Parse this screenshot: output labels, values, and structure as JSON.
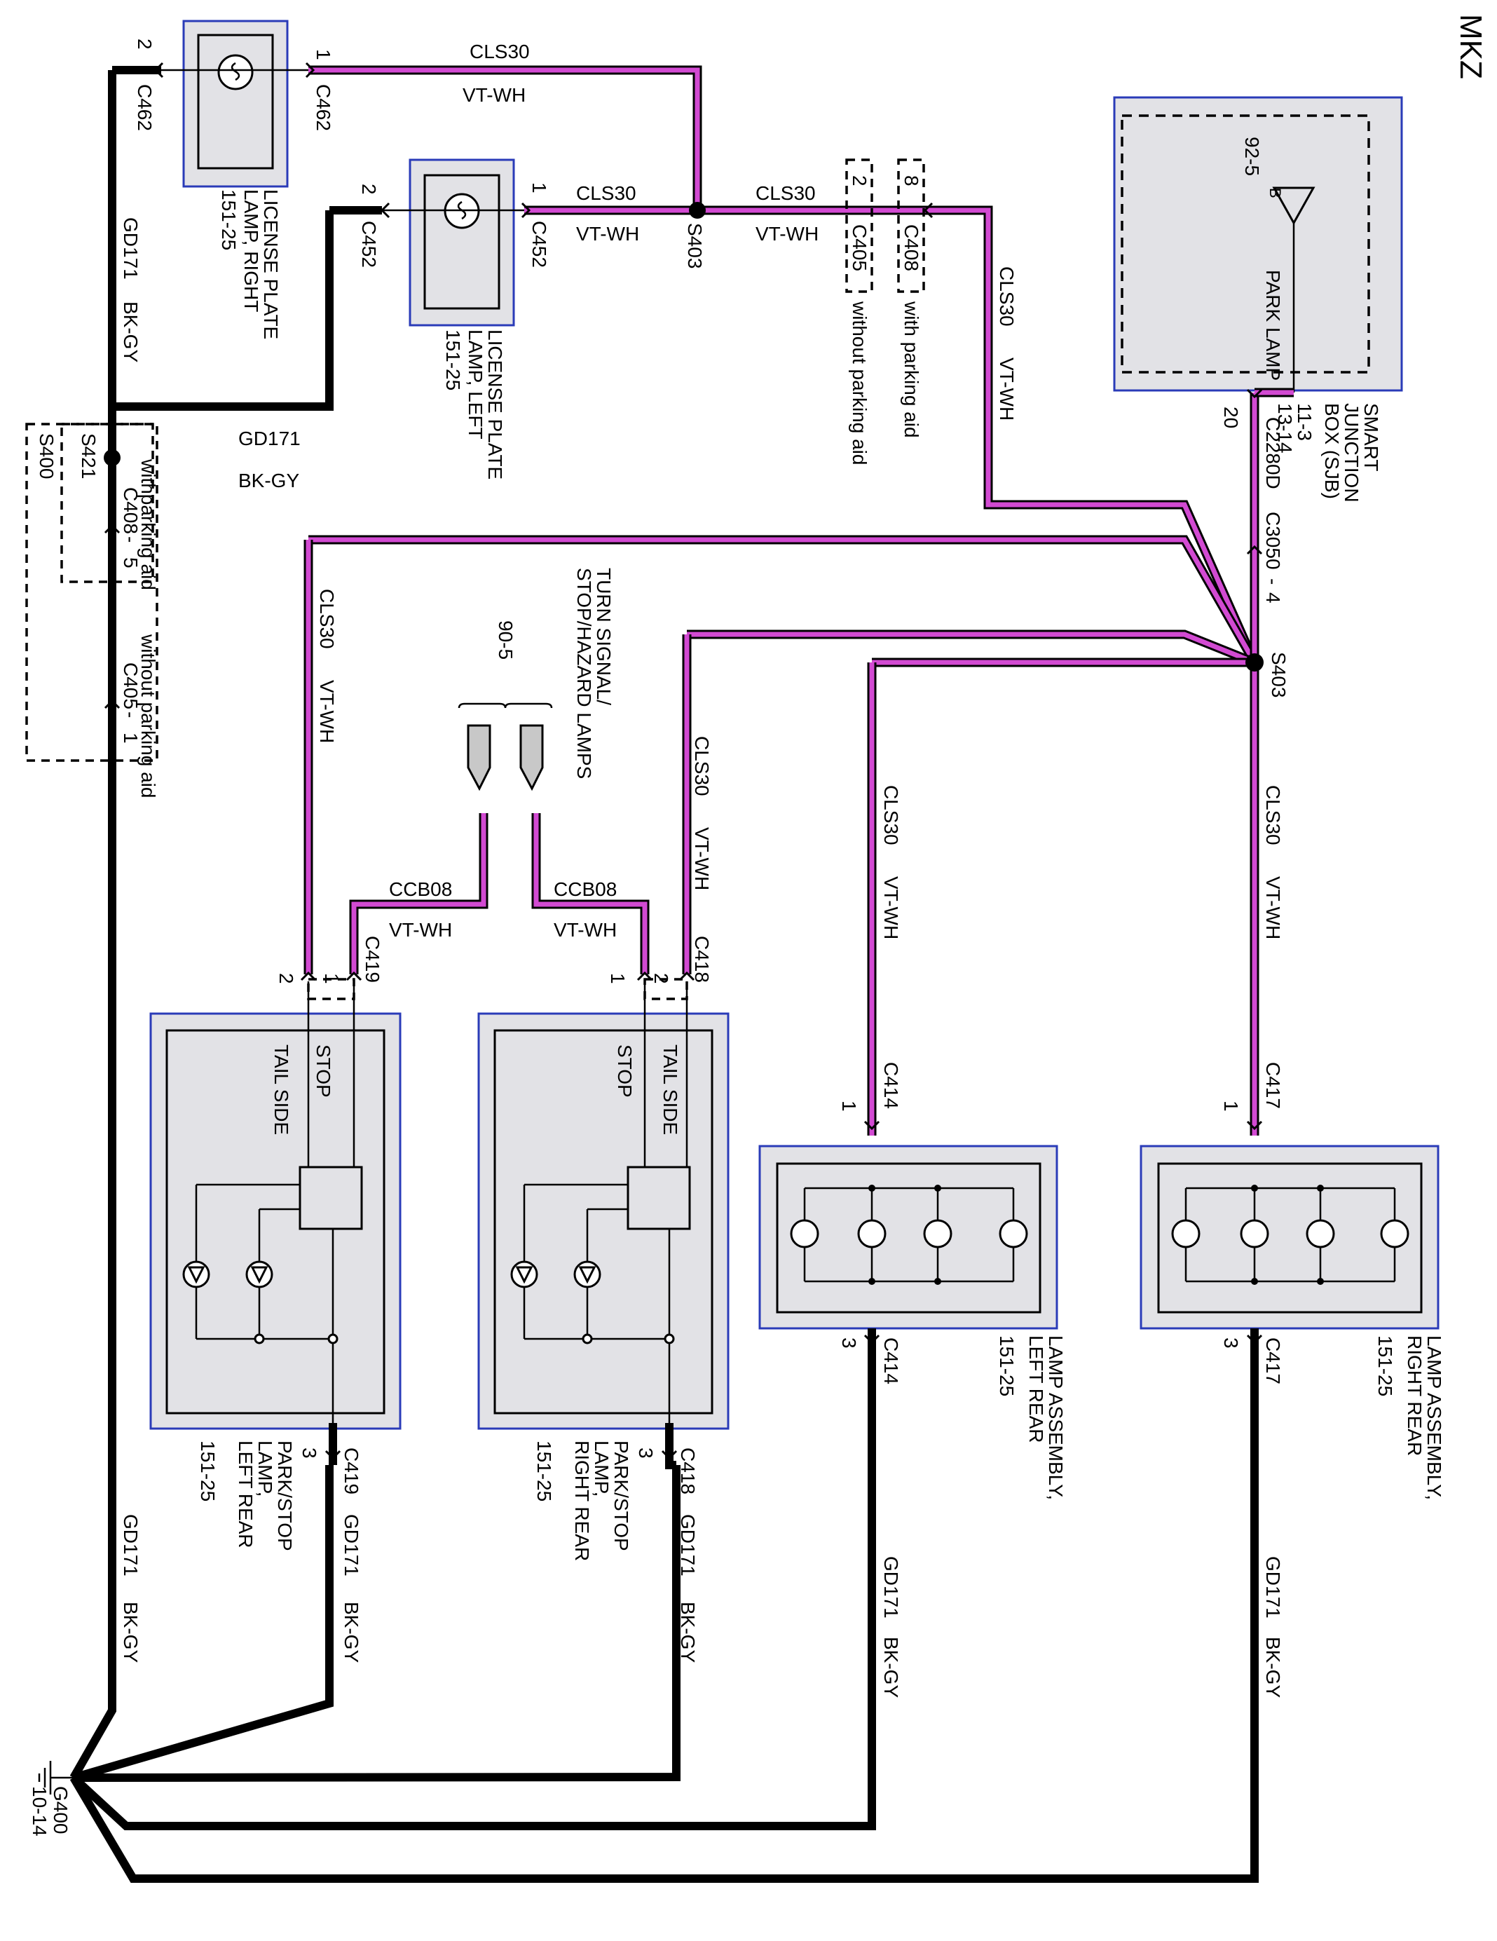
{
  "model": "MKZ",
  "components": {
    "sjb": {
      "name": "SMART\nJUNCTION\nBOX (SJB)",
      "refs": "11-3\n13-14",
      "pin_ref": "92-5",
      "output": "PARK LAMP",
      "output_pin": "B"
    },
    "license_right": {
      "name": "LICENSE PLATE\nLAMP, RIGHT",
      "ref": "151-25"
    },
    "license_left": {
      "name": "LICENSE PLATE\nLAMP, LEFT",
      "ref": "151-25"
    },
    "lamp_rr": {
      "name": "LAMP ASSEMBLY,\nRIGHT REAR",
      "ref": "151-25"
    },
    "lamp_lr": {
      "name": "LAMP ASSEMBLY,\nLEFT REAR",
      "ref": "151-25"
    },
    "park_rr": {
      "name": "PARK/STOP\nLAMP,\nRIGHT REAR",
      "ref": "151-25",
      "tail_label": "TAIL SIDE",
      "stop_label": "STOP"
    },
    "park_lr": {
      "name": "PARK/STOP\nLAMP,\nLEFT REAR",
      "ref": "151-25",
      "tail_label": "TAIL SIDE",
      "stop_label": "STOP"
    },
    "turn": {
      "name": "TURN SIGNAL/\nSTOP/HAZARD LAMPS",
      "ref": "90-5"
    },
    "ground": {
      "name": "G400",
      "ref": "10-14"
    }
  },
  "wires": {
    "cls30": "CLS30",
    "vtwh": "VT-WH",
    "gd171": "GD171",
    "bkgy": "BK-GY",
    "ccb08": "CCB08"
  },
  "connectors": {
    "c462": "C462",
    "c452": "C452",
    "c405": "C405",
    "c408": "C408",
    "c2280d": "C2280D",
    "c3050": "C3050",
    "c417": "C417",
    "c414": "C414",
    "c418": "C418",
    "c419": "C419"
  },
  "pins": {
    "p1": "1",
    "p2": "2",
    "p3": "3",
    "p4": "4",
    "p5": "5",
    "p8": "8",
    "p20": "20"
  },
  "splices": {
    "s403": "S403",
    "s421": "S421",
    "s400": "S400"
  },
  "options": {
    "with_parking_aid": "with parking aid",
    "with_parking_aid_tight": "withparking aid",
    "without_parking_aid": "without parking aid"
  },
  "dash": "-",
  "colors": {
    "wire_accent": "#d24ad2",
    "frame": "#2a3bb8",
    "component_fill": "#e2e2e6"
  }
}
